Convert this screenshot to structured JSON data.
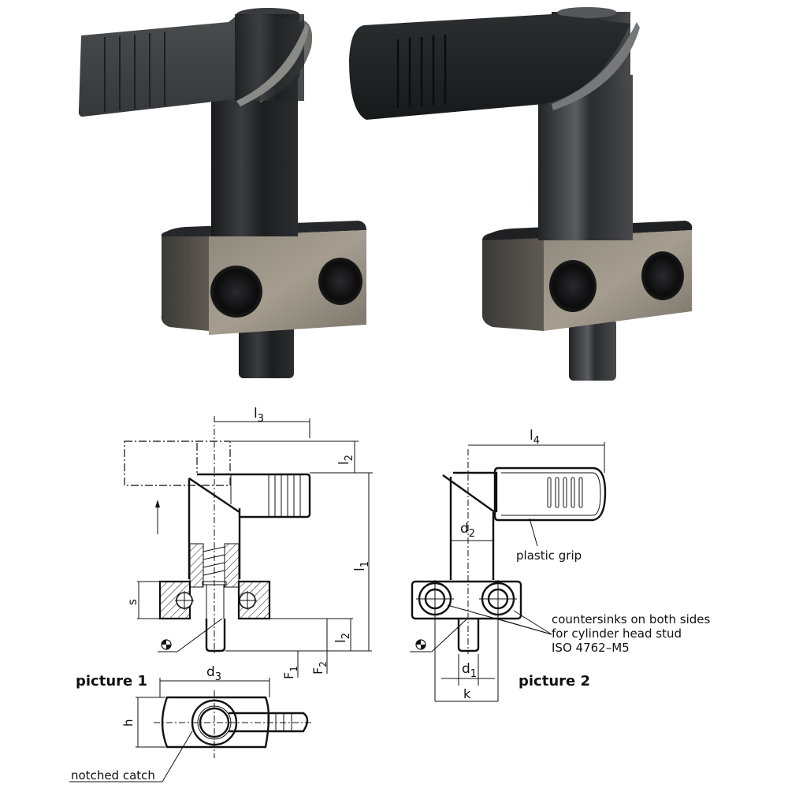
{
  "photos": {
    "left": {
      "description": "Cam-action indexing plunger with steel lever (picture 1 variant)"
    },
    "right": {
      "description": "Cam-action indexing plunger with plastic grip lever (picture 2 variant)"
    }
  },
  "picture1": {
    "title": "picture 1",
    "dims": {
      "l3": "l",
      "l3_sub": "3",
      "l2_top": "l",
      "l2_top_sub": "2",
      "l1": "l",
      "l1_sub": "1",
      "s": "s",
      "l2_bottom": "l",
      "l2_bottom_sub": "2",
      "F1": "F",
      "F1_sub": "1",
      "F2": "F",
      "F2_sub": "2",
      "d3": "d",
      "d3_sub": "3",
      "h": "h"
    },
    "callouts": {
      "notched_catch": "notched catch"
    }
  },
  "picture2": {
    "title": "picture 2",
    "dims": {
      "l4": "l",
      "l4_sub": "4",
      "d2": "d",
      "d2_sub": "2",
      "d1": "d",
      "d1_sub": "1",
      "k": "k"
    },
    "callouts": {
      "plastic_grip": "plastic grip",
      "countersinks_line1": "countersinks on both sides",
      "countersinks_line2": "for cylinder head stud",
      "countersinks_line3": "ISO 4762–M5"
    }
  },
  "colors": {
    "steel_dark": "#2a2c2e",
    "steel_light": "#8a8478",
    "plastic": "#1e1f21",
    "line": "#111111"
  }
}
